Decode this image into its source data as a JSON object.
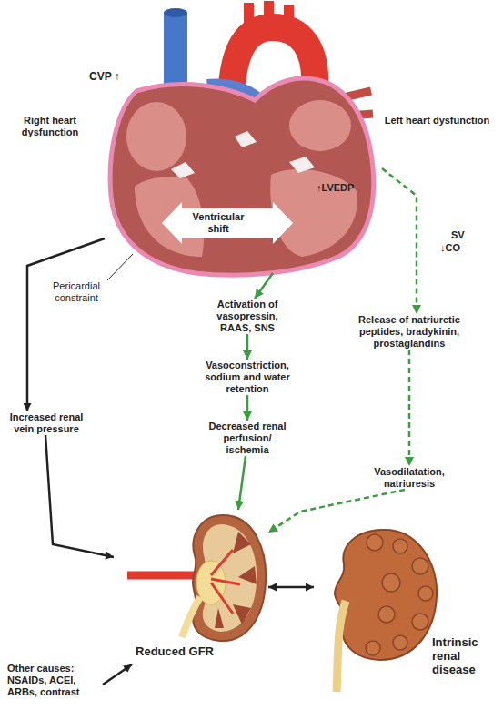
{
  "diagram": {
    "nodes": [
      {
        "text": [
          "↑LVEDP",
          "Ventricular shift"
        ]
      },
      {
        "text": [
          "Increased renal vein pressure"
        ]
      },
      {
        "text": [
          "Activation of vasopressin, RAAS, SNS"
        ]
      },
      {
        "text": [
          "Vasoconstriction, sodium and water retention"
        ]
      },
      {
        "text": [
          "Decreased renal perfusion/ ischemia"
        ]
      },
      {
        "text": [
          "Release of natriuretic peptides, bradykinin, prostaglandins"
        ]
      },
      {
        "text": [
          "Vasodilatation, natriuresis"
        ]
      },
      {
        "text": [
          "Reduced GFR"
        ]
      },
      {
        "text": [
          "Intrinsic renal disease"
        ]
      },
      {
        "text": [
          "Other causes: NSAIDs, ACEI, ARBs, contrast"
        ]
      }
    ],
    "edges": [
      {
        "from": 0,
        "to": 1,
        "arrow": "to"
      },
      {
        "from": 0,
        "to": 2,
        "arrow": "to"
      },
      {
        "from": 0,
        "to": 5,
        "arrow": "to"
      },
      {
        "from": 2,
        "to": 3,
        "arrow": "to"
      },
      {
        "from": 3,
        "to": 4,
        "arrow": "to"
      },
      {
        "from": 4,
        "to": 7,
        "arrow": "to"
      },
      {
        "from": 1,
        "to": 7,
        "arrow": "to"
      },
      {
        "from": 5,
        "to": 6,
        "arrow": "to"
      },
      {
        "from": 6,
        "to": 7,
        "arrow": "to"
      },
      {
        "from": 9,
        "to": 7,
        "arrow": "to"
      },
      {
        "from": 7,
        "to": 8,
        "arrow": "both"
      }
    ],
    "labels": [
      "CVP ↑",
      "Right heart dysfunction",
      "Left heart dysfunction",
      "Pericardial constraint",
      "SV",
      "↓CO"
    ]
  }
}
